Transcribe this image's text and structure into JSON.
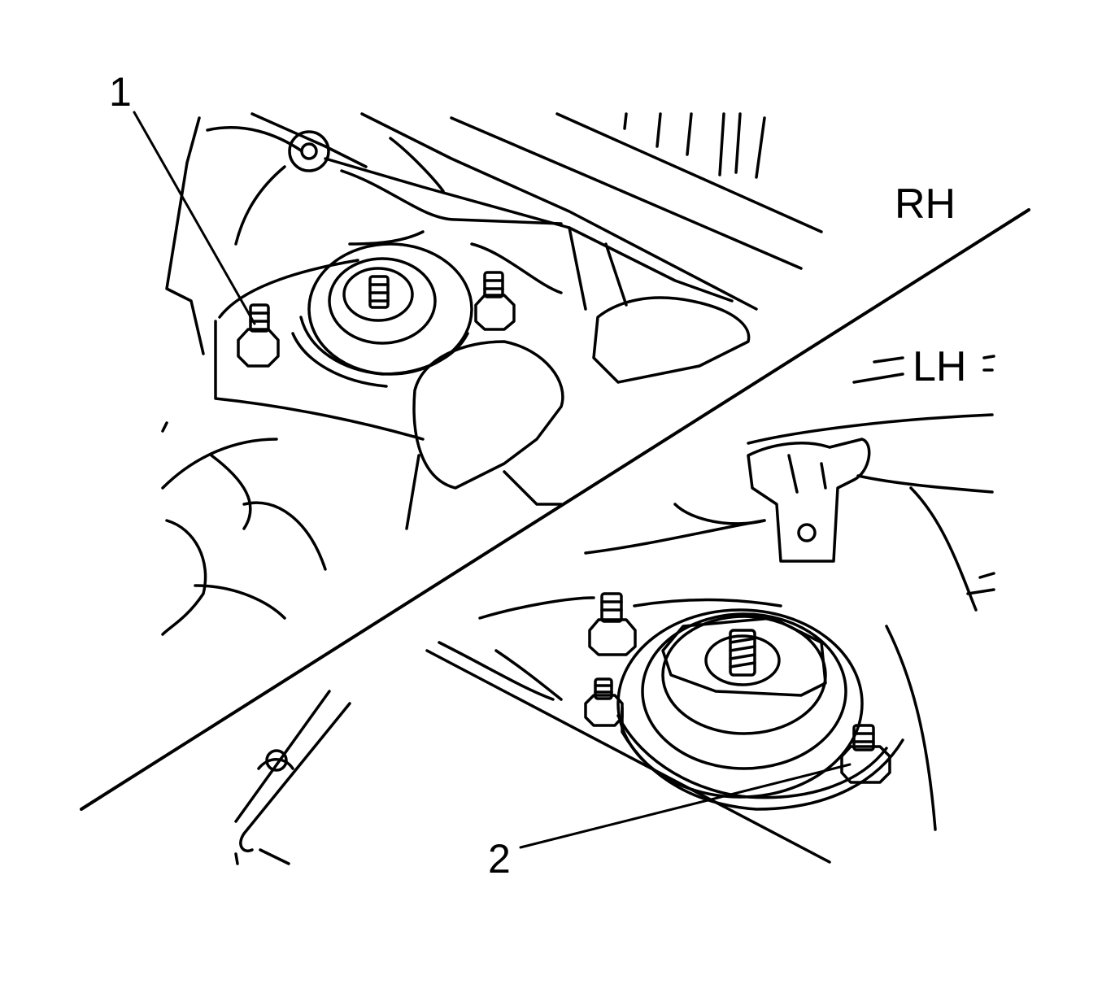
{
  "labels": {
    "callout_1": "1",
    "callout_2": "2",
    "right_hand": "RH",
    "left_hand": "LH"
  },
  "colors": {
    "line": "#000000",
    "background": "#ffffff"
  }
}
